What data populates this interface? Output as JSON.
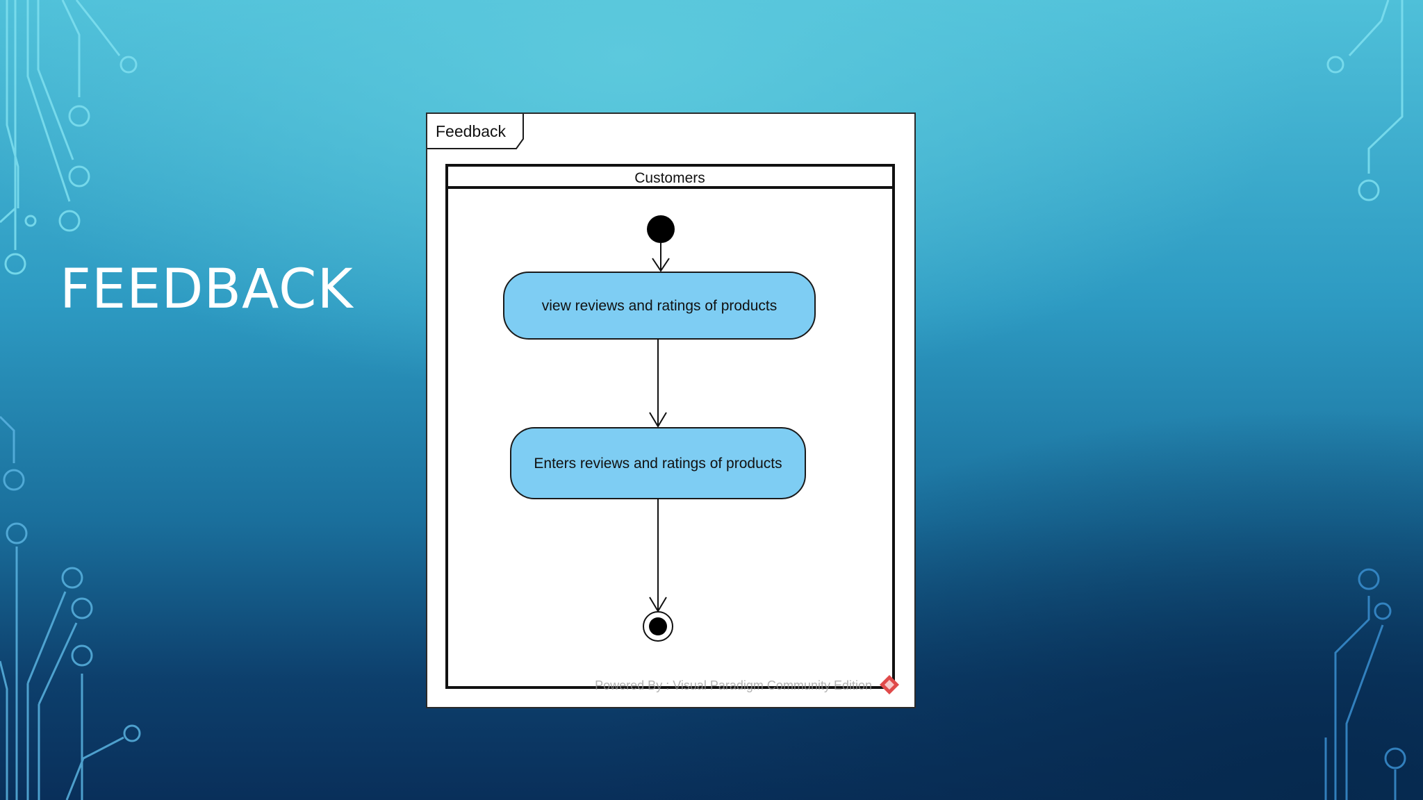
{
  "slide": {
    "title": "FEEDBACK"
  },
  "diagram": {
    "frame_label": "Feedback",
    "swimlane_label": "Customers",
    "action_1": "view reviews and ratings of products",
    "action_2": "Enters reviews and ratings of products",
    "watermark": "Powered By : Visual Paradigm Community Edition",
    "action_fill": "#7ecdf3",
    "stroke": "#1a1a1a"
  }
}
